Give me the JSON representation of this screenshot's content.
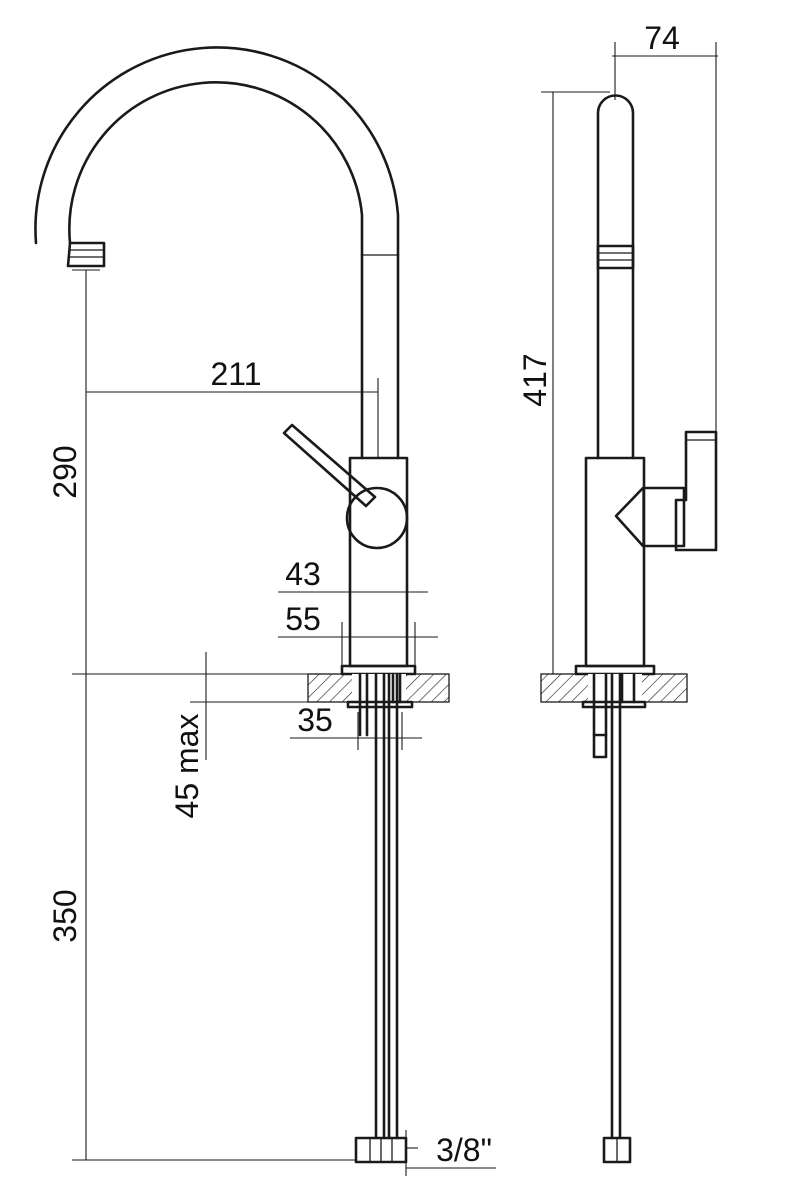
{
  "drawing": {
    "front_view": {
      "reach_label": "211",
      "spout_height_label": "290",
      "body_diameter_label": "43",
      "base_diameter_label": "55",
      "hole_diameter_label": "35",
      "max_thickness_label": "45 max",
      "hose_length_label": "350",
      "connection_label": "3/8\""
    },
    "side_view": {
      "depth_label": "74",
      "total_height_label": "417"
    },
    "colors": {
      "line": "#1a1a1a",
      "hatch": "#1a1a1a",
      "background": "#ffffff"
    }
  }
}
